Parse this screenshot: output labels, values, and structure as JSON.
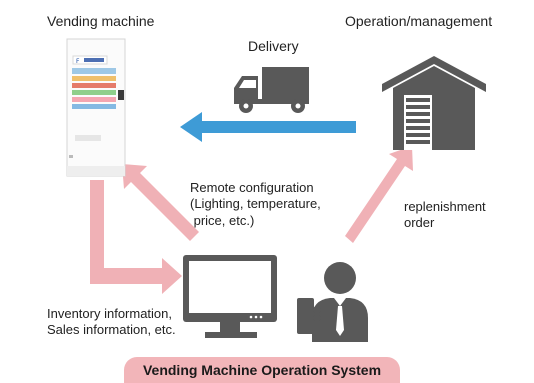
{
  "labels": {
    "vending_machine": "Vending machine",
    "operation_management": "Operation/management",
    "delivery": "Delivery",
    "remote_configuration": "Remote configuration\n(Lighting, temperature,\n price, etc.)",
    "replenishment_order": "replenishment\norder",
    "inventory_info": "Inventory information,\nSales information, etc.",
    "system_name": "Vending Machine Operation System"
  },
  "colors": {
    "pink_arrow": "#f0b1b6",
    "blue_arrow": "#3e9bd6",
    "icon_gray": "#595959",
    "badge": "#f2b5b9"
  },
  "icons": [
    "vending-machine-icon",
    "delivery-truck-icon",
    "warehouse-icon",
    "computer-monitor-icon",
    "operator-person-icon"
  ]
}
